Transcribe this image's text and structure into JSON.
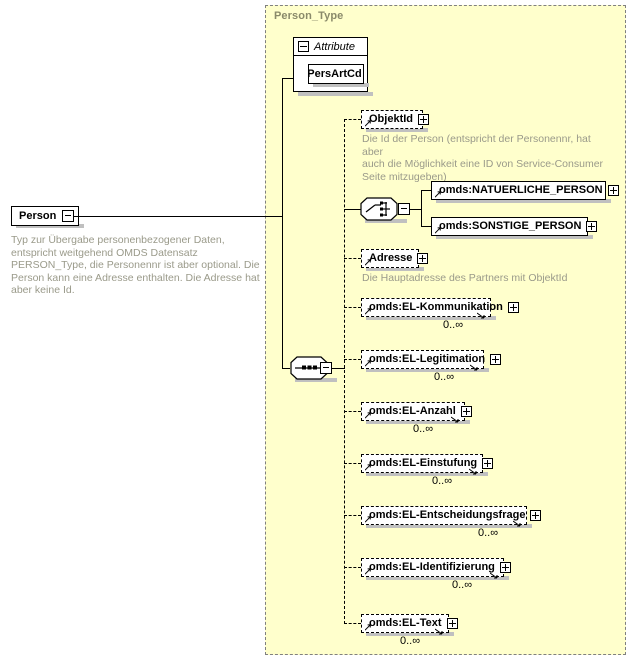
{
  "diagram": {
    "kind": "xsd-schema-diagram",
    "root_element": {
      "name": "Person",
      "toggle": "minus",
      "annotation": "Typ zur Übergabe personenbezogener Daten, entspricht weitgehend OMDS Datensatz PERSON_Type, die Personennr ist aber optional. Die Person kann eine Adresse enthalten. Die Adresse hat aber keine Id."
    },
    "type_frame": {
      "title": "Person_Type"
    },
    "attribute_group": {
      "label": "Attribute",
      "toggle": "minus",
      "attributes": [
        {
          "name": "PersArtCd"
        }
      ]
    },
    "compositors": {
      "choice": {
        "kind": "choice",
        "toggle": "minus"
      },
      "sequence": {
        "kind": "sequence",
        "toggle": "minus"
      }
    },
    "nodes": [
      {
        "name": "ObjektId",
        "border": "dashed",
        "toggle": "plus",
        "annotation": "Die Id der Person (entspricht der Personennr, hat aber\nauch die Möglichkeit eine ID von Service-Consumer\nSeite mitzugeben)",
        "cardinality": ""
      },
      {
        "name": "omds:NATUERLICHE_PERSON",
        "border": "solid",
        "toggle": "plus",
        "annotation": "",
        "cardinality": ""
      },
      {
        "name": "omds:SONSTIGE_PERSON",
        "border": "solid",
        "toggle": "plus",
        "annotation": "",
        "cardinality": ""
      },
      {
        "name": "Adresse",
        "border": "dashed",
        "toggle": "plus",
        "annotation": "Die Hauptadresse des Partners mit ObjektId",
        "cardinality": ""
      },
      {
        "name": "omds:EL-Kommunikation",
        "border": "dashed",
        "toggle": "plus",
        "annotation": "",
        "cardinality": "0..∞"
      },
      {
        "name": "omds:EL-Legitimation",
        "border": "dashed",
        "toggle": "plus",
        "annotation": "",
        "cardinality": "0..∞"
      },
      {
        "name": "omds:EL-Anzahl",
        "border": "dashed",
        "toggle": "plus",
        "annotation": "",
        "cardinality": "0..∞"
      },
      {
        "name": "omds:EL-Einstufung",
        "border": "dashed",
        "toggle": "plus",
        "annotation": "",
        "cardinality": "0..∞"
      },
      {
        "name": "omds:EL-Entscheidungsfrage",
        "border": "dashed",
        "toggle": "plus",
        "annotation": "",
        "cardinality": "0..∞"
      },
      {
        "name": "omds:EL-Identifizierung",
        "border": "dashed",
        "toggle": "plus",
        "annotation": "",
        "cardinality": "0..∞"
      },
      {
        "name": "omds:EL-Text",
        "border": "dashed",
        "toggle": "plus",
        "annotation": "",
        "cardinality": "0..∞"
      }
    ],
    "colors": {
      "frame_background": "#FFFFCC",
      "frame_border": "#808080",
      "node_background": "#FFFFFF",
      "node_border": "#000000",
      "annotation_text": "#9A9A8A",
      "title_text": "#8A8A6A",
      "shadow": "#C0C0C0"
    }
  }
}
